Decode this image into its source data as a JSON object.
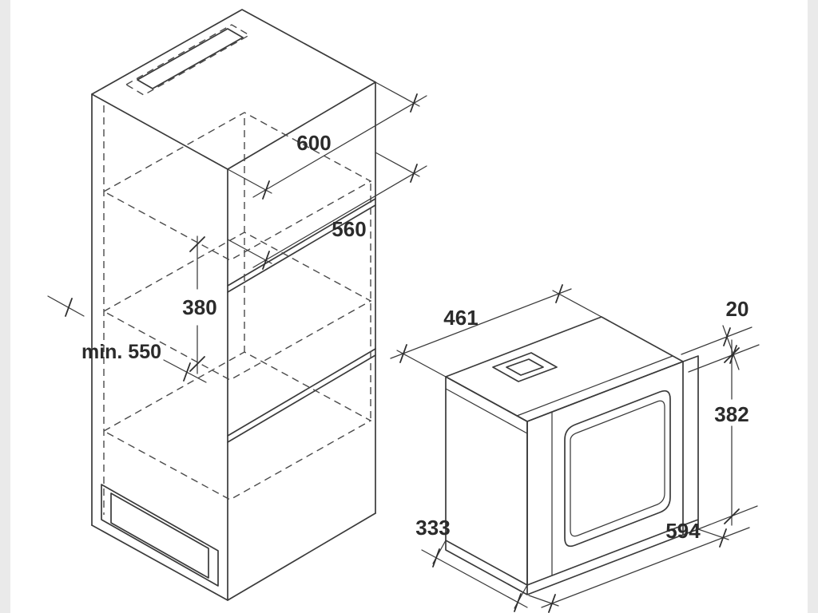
{
  "colors": {
    "line": "#3a3a3a",
    "text": "#2b2b2b",
    "background": "#ffffff",
    "page_margin": "#eaeaea"
  },
  "cabinet": {
    "dim_overall_width": "600",
    "dim_opening_width": "560",
    "dim_niche_height": "380",
    "dim_min_depth": "min. 550"
  },
  "oven": {
    "dim_body_depth": "461",
    "dim_front_overhang": "20",
    "dim_height": "382",
    "dim_base_depth": "333",
    "dim_overall_width": "594"
  }
}
